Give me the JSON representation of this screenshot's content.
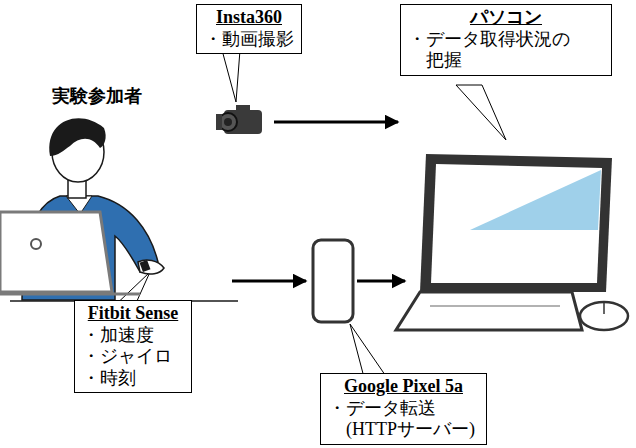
{
  "diagram": {
    "nodes": [
      {
        "text": [
          "Insta360",
          "・動画撮影"
        ]
      },
      {
        "text": [
          "パソコン",
          "・データ取得状況の 把握"
        ]
      },
      {
        "text": [
          "Fitbit Sense",
          "・加速度",
          "・ジャイロ",
          "・時刻"
        ]
      },
      {
        "text": [
          "Google Pixel 5a",
          "・データ転送 (HTTPサーバー)"
        ]
      }
    ],
    "labels": [
      "実験参加者"
    ]
  }
}
